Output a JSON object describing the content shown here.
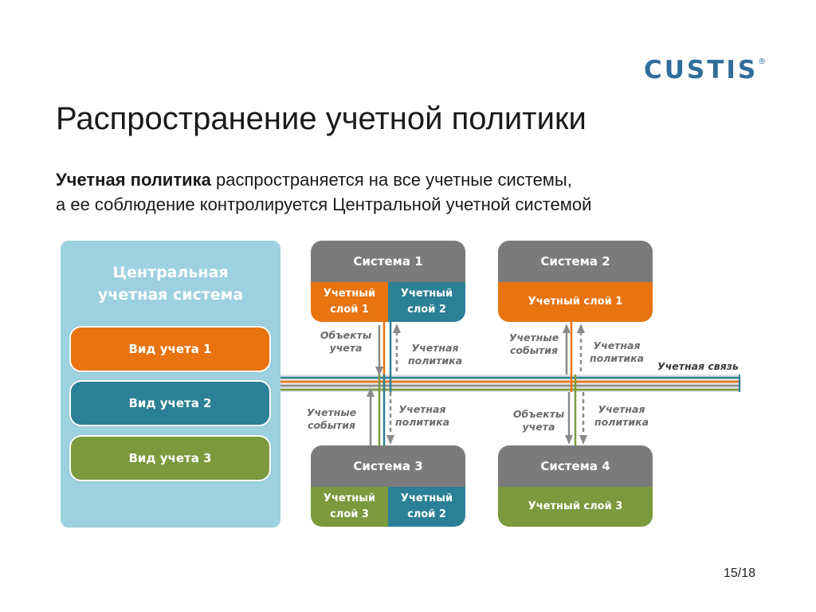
{
  "logo": {
    "text": "CUSTIS",
    "mark": "®"
  },
  "title": "Распространение учетной политики",
  "subtitle": {
    "bold": "Учетная политика",
    "line1_rest": " распространяется на все учетные системы,",
    "line2": "а ее соблюдение контролируется Центральной учетной системой"
  },
  "central": {
    "title_line1": "Центральная",
    "title_line2": "учетная система",
    "items": [
      "Вид учета 1",
      "Вид учета 2",
      "Вид учета 3"
    ]
  },
  "systems": [
    {
      "name": "Система 1",
      "layers": [
        "Учетный слой 1",
        "Учетный слой 2"
      ]
    },
    {
      "name": "Система 2",
      "layers": [
        "Учетный слой 1"
      ]
    },
    {
      "name": "Система 3",
      "layers": [
        "Учетный слой 3",
        "Учетный слой 2"
      ]
    },
    {
      "name": "Система 4",
      "layers": [
        "Учетный слой 3"
      ]
    }
  ],
  "labels": {
    "objects": "Объекты учета",
    "events": "Учетные события",
    "policy": "Учетная политика",
    "bus": "Учетная связь"
  },
  "colors": {
    "orange": "#e8730f",
    "teal": "#2c8096",
    "green": "#7a9a3d",
    "gray": "#7b7b7b",
    "panel": "#9dd1df",
    "logo": "#2f6e9b"
  },
  "page": "15/18"
}
